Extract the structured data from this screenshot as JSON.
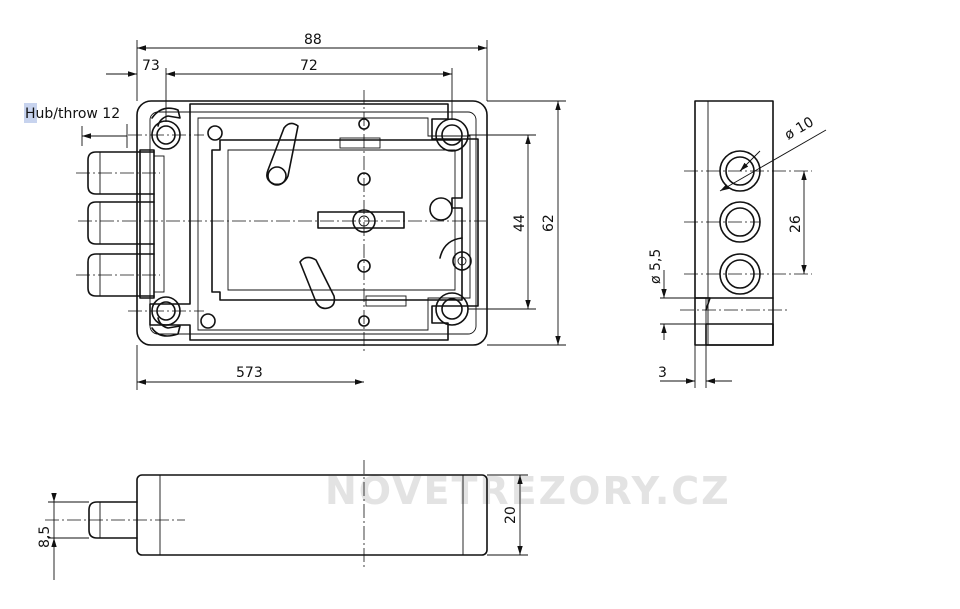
{
  "labels": {
    "hub_throw": "Hub/throw 12",
    "hub_highlight": "Hub",
    "width_total": "88",
    "offset_small": "73",
    "hole_spacing_h": "72",
    "height_total": "62",
    "hole_spacing_v": "44",
    "bolt_offset": "573",
    "diameter_hole": "ø 10",
    "diameter_bolt": "ø 5,5",
    "bolt_spacing": "26",
    "plate_thickness": "3",
    "depth": "20",
    "bolt_height": "8,5"
  },
  "watermark": "NOVETREZORY.CZ"
}
